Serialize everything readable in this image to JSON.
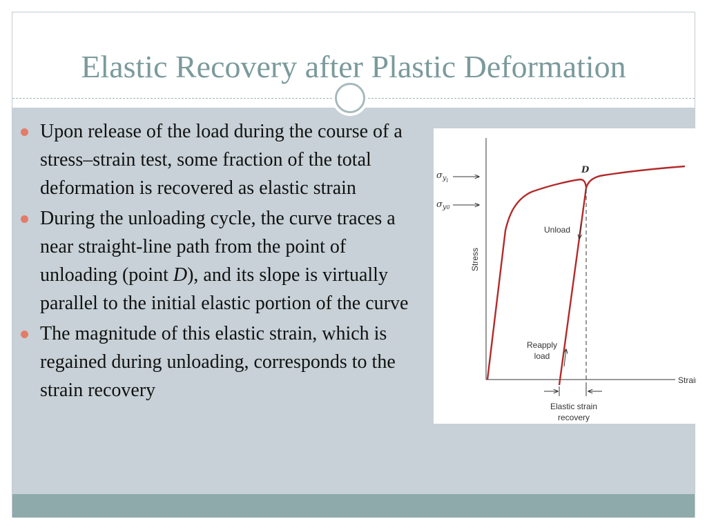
{
  "slide": {
    "title": "Elastic Recovery after Plastic Deformation",
    "bullets": [
      {
        "text": "Upon release of the load during the course of a stress–strain test, some fraction of the total deformation is recovered as elastic strain"
      },
      {
        "text_before": "During the unloading cycle, the curve traces a near straight-line path from the point of unloading (point ",
        "italic": "D",
        "text_after": "), and its slope is virtually parallel to the initial elastic portion of the curve"
      },
      {
        "text": "The magnitude of this elastic strain, which is regained during unloading, corresponds to the strain recovery"
      }
    ],
    "colors": {
      "accent": "#e47b68",
      "title": "#7b9a9c",
      "content_bg": "#c7d1d7",
      "band": "#8eaaab",
      "curve": "#b22a2a"
    }
  },
  "figure": {
    "ylabel": "Stress",
    "xlabel": "Strain",
    "point_label": "D",
    "sigma": "σ",
    "sigma_yi_sub": "y",
    "sigma_yi_subsub": "i",
    "sigma_y0_sub": "y",
    "sigma_y0_subsub": "0",
    "unload_label": "Unload",
    "reapply_label_1": "Reapply",
    "reapply_label_2": "load",
    "recovery_label_1": "Elastic strain",
    "recovery_label_2": "recovery"
  }
}
